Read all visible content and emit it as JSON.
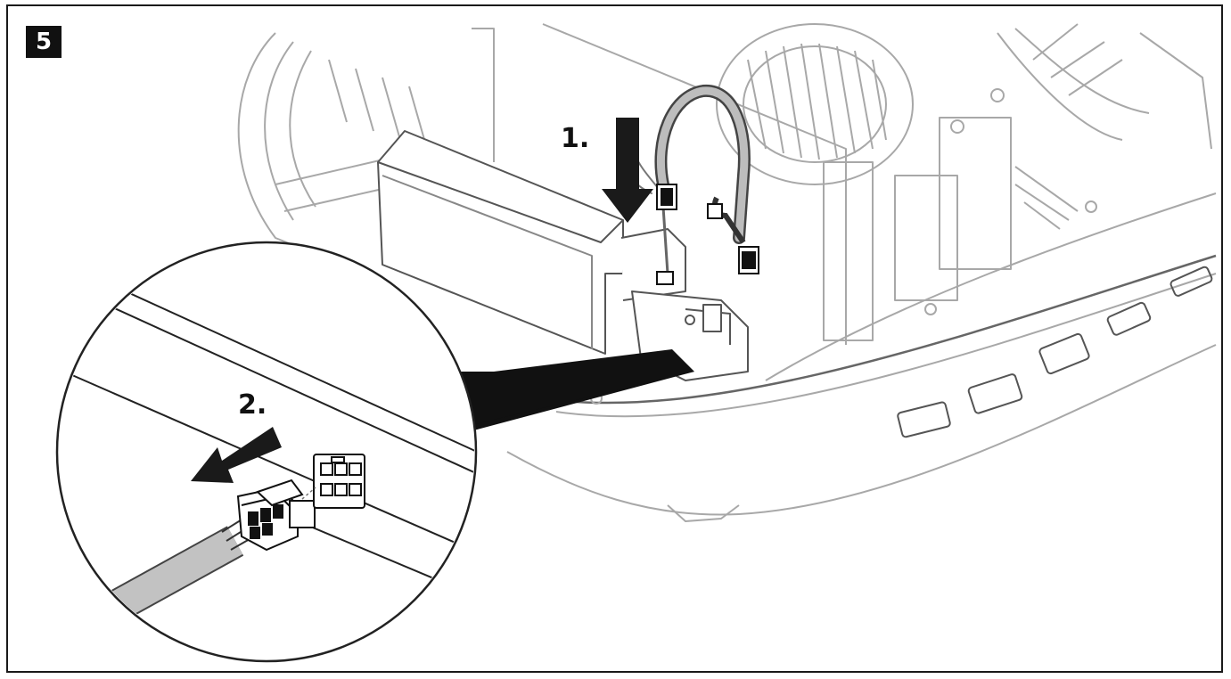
{
  "figure": {
    "step_number": "5",
    "steps": [
      {
        "label": "1."
      },
      {
        "label": "2."
      }
    ]
  },
  "colors": {
    "line": "#2a2a2a",
    "light_line": "#9a9a9a",
    "arrow": "#1a1a1a",
    "cable": "#bdbdbd"
  }
}
